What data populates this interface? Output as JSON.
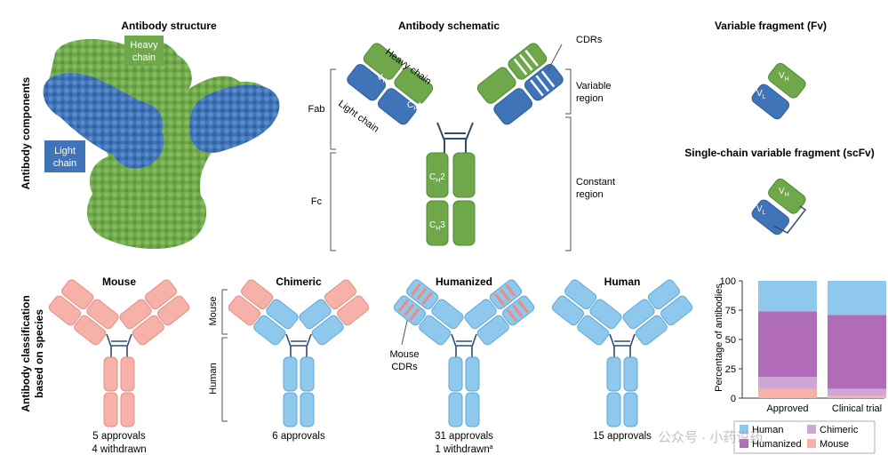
{
  "colors": {
    "heavy": "#6fa84b",
    "heavy_dark": "#4f8a33",
    "heavy_light": "#a9d08c",
    "light": "#3f74b8",
    "light_dark": "#2d5c98",
    "mouse": "#f6b2a8",
    "mouse_dark": "#e58f84",
    "human": "#8ec8ec",
    "human_dark": "#5fa9da",
    "humanized": "#b06cb8",
    "hinge": "#2f4f6f",
    "text": "#1a1a1a"
  },
  "side_labels": {
    "components": "Antibody components",
    "classification_line1": "Antibody classification",
    "classification_line2": "based on species"
  },
  "structure": {
    "title": "Antibody structure",
    "heavy_line1": "Heavy",
    "heavy_line2": "chain",
    "light_line1": "Light",
    "light_line2": "chain"
  },
  "schematic": {
    "title": "Antibody schematic",
    "heavy_chain": "Heavy chain",
    "light_chain": "Light chain",
    "fab": "Fab",
    "fc": "Fc",
    "cdrs": "CDRs",
    "variable_line1": "Variable",
    "variable_line2": "region",
    "constant_line1": "Constant",
    "constant_line2": "region",
    "vh": "V",
    "vh_sub": "H",
    "vl": "V",
    "vl_sub": "L",
    "ch1": "C",
    "ch1_sub": "H",
    "ch1_num": "1",
    "cl": "C",
    "cl_sub": "L",
    "ch2": "C",
    "ch2_sub": "H",
    "ch2_num": "2",
    "ch3": "C",
    "ch3_sub": "H",
    "ch3_num": "3"
  },
  "fragments": {
    "fv_title": "Variable fragment (Fv)",
    "scfv_title": "Single-chain variable fragment (scFv)",
    "vh": "V",
    "vh_sub": "H",
    "vl": "V",
    "vl_sub": "L"
  },
  "species": [
    {
      "name": "Mouse",
      "line1": "5 approvals",
      "line2": "4 withdrawn"
    },
    {
      "name": "Chimeric",
      "line1": "6 approvals",
      "line2": ""
    },
    {
      "name": "Humanized",
      "line1": "31 approvals",
      "line2": "1 withdrawn",
      "sup": "a"
    },
    {
      "name": "Human",
      "line1": "15 approvals",
      "line2": ""
    }
  ],
  "chimeric_labels": {
    "mouse": "Mouse",
    "human": "Human"
  },
  "humanized_labels": {
    "line1": "Mouse",
    "line2": "CDRs"
  },
  "chart_data": {
    "type": "bar",
    "stacked": true,
    "categories": [
      "Approved",
      "Clinical trial"
    ],
    "ylabel": "Percentage of antibodies",
    "ylim": [
      0,
      100
    ],
    "yticks": [
      0,
      25,
      50,
      75,
      100
    ],
    "series": [
      {
        "name": "Mouse",
        "color": "#f6b2a8",
        "values": [
          8,
          2
        ]
      },
      {
        "name": "Chimeric",
        "color": "#cfa6d6",
        "values": [
          10,
          6
        ]
      },
      {
        "name": "Humanized",
        "color": "#b06cb8",
        "values": [
          56,
          63
        ]
      },
      {
        "name": "Human",
        "color": "#8ec8ec",
        "values": [
          26,
          29
        ]
      }
    ],
    "legend": [
      "Human",
      "Chimeric",
      "Humanized",
      "Mouse"
    ],
    "legend_position": "bottom"
  },
  "watermark": "公众号 · 小药说药"
}
